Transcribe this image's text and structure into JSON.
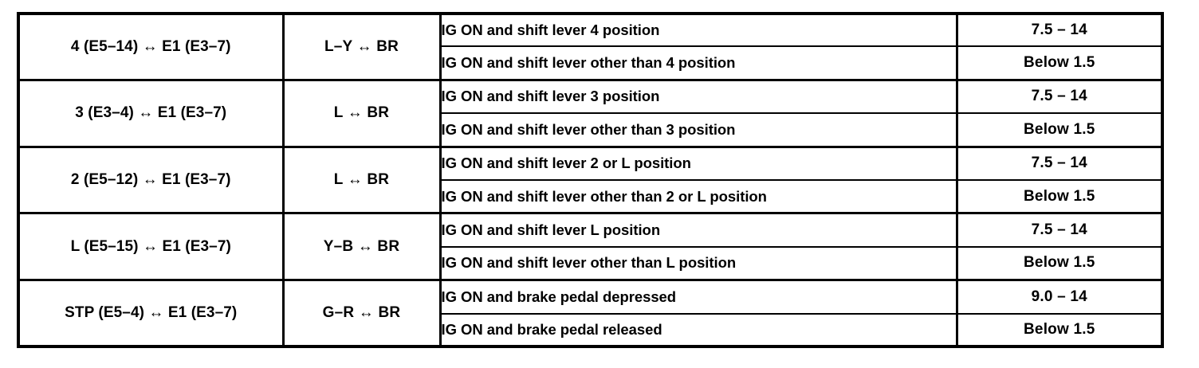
{
  "table": {
    "columns": [
      {
        "key": "terminals",
        "name": "terminal-pair"
      },
      {
        "key": "wire",
        "name": "wire-color-pair"
      },
      {
        "key": "condition",
        "name": "condition"
      },
      {
        "key": "spec",
        "name": "specified-value"
      }
    ],
    "groups": [
      {
        "terminals": "4 (E5–14) ↔ E1 (E3–7)",
        "wire": "L–Y ↔ BR",
        "rows": [
          {
            "condition": "IG ON and shift lever 4 position",
            "spec": "7.5 – 14"
          },
          {
            "condition": "IG ON and shift lever other than 4 position",
            "spec": "Below 1.5"
          }
        ]
      },
      {
        "terminals": "3 (E3–4) ↔ E1 (E3–7)",
        "wire": "L ↔ BR",
        "rows": [
          {
            "condition": "IG ON and shift lever 3 position",
            "spec": "7.5 – 14"
          },
          {
            "condition": "IG ON and shift lever other than 3 position",
            "spec": "Below 1.5"
          }
        ]
      },
      {
        "terminals": "2 (E5–12) ↔ E1 (E3–7)",
        "wire": "L ↔ BR",
        "rows": [
          {
            "condition": "IG ON and shift lever 2 or L position",
            "spec": "7.5 – 14"
          },
          {
            "condition": "IG ON and shift lever other than 2 or L position",
            "spec": "Below 1.5"
          }
        ]
      },
      {
        "terminals": "L (E5–15) ↔ E1 (E3–7)",
        "wire": "Y–B ↔ BR",
        "rows": [
          {
            "condition": "IG ON and shift lever L position",
            "spec": "7.5 – 14"
          },
          {
            "condition": "IG ON and shift lever other than L position",
            "spec": "Below 1.5"
          }
        ]
      },
      {
        "terminals": "STP (E5–4) ↔ E1 (E3–7)",
        "wire": "G–R ↔ BR",
        "rows": [
          {
            "condition": "IG ON and brake pedal depressed",
            "spec": "9.0 – 14"
          },
          {
            "condition": "IG ON and brake pedal released",
            "spec": "Below 1.5"
          }
        ]
      }
    ]
  },
  "colors": {
    "border": "#000000",
    "text": "#000000",
    "background": "#ffffff"
  }
}
